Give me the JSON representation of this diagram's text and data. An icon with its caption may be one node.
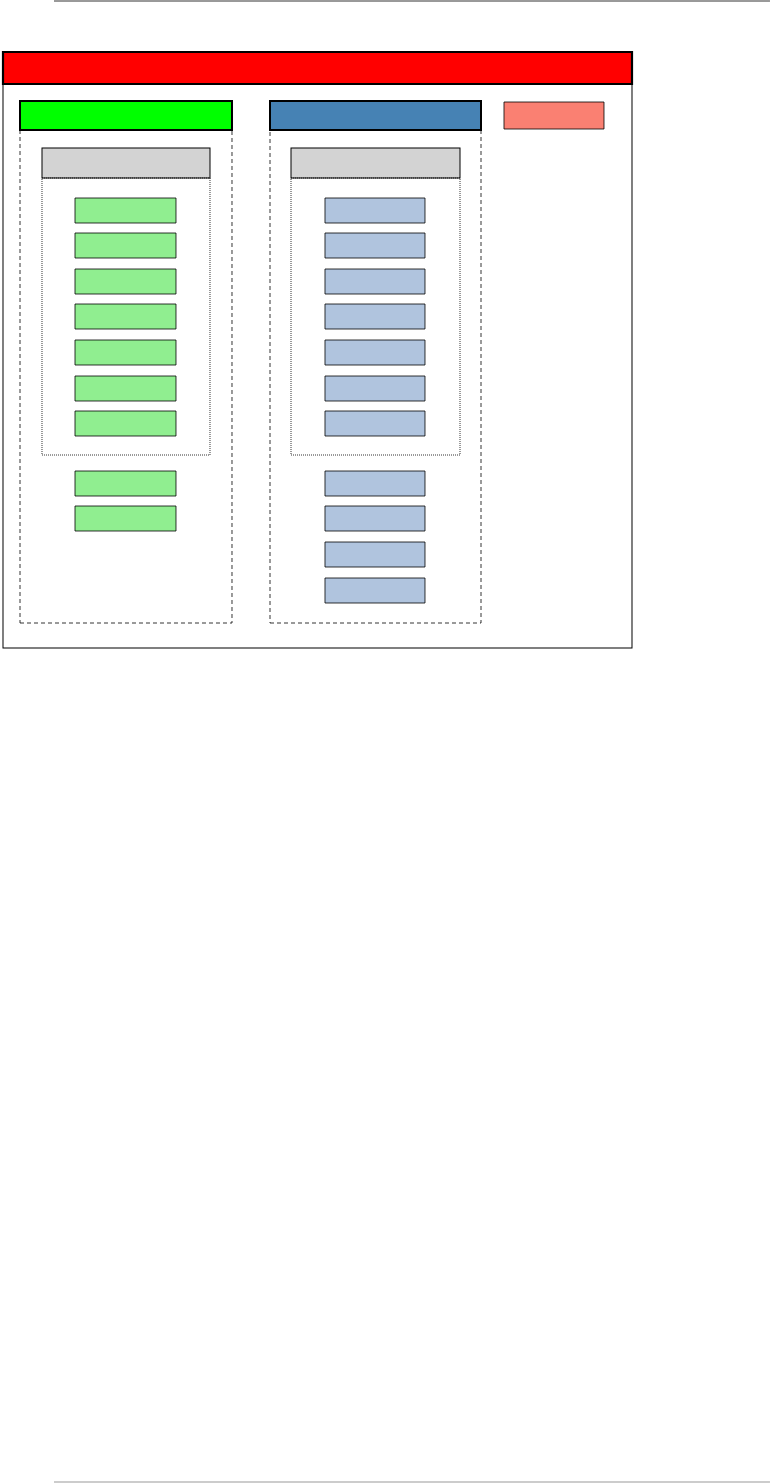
{
  "diagram": {
    "nodes": [
      {
        "text": [],
        "shape": "box"
      },
      {
        "text": [],
        "shape": "box",
        "in": 0
      },
      {
        "text": [],
        "shape": "box",
        "in": 0
      },
      {
        "text": [],
        "shape": "box",
        "in": 2
      },
      {
        "text": [],
        "shape": "box",
        "in": 2
      },
      {
        "text": [],
        "shape": "box",
        "in": 4
      },
      {
        "text": [],
        "shape": "box",
        "in": 4
      },
      {
        "text": [],
        "shape": "box",
        "in": 4
      },
      {
        "text": [],
        "shape": "box",
        "in": 4
      },
      {
        "text": [],
        "shape": "box",
        "in": 4
      },
      {
        "text": [],
        "shape": "box",
        "in": 4
      },
      {
        "text": [],
        "shape": "box",
        "in": 4
      },
      {
        "text": [],
        "shape": "box",
        "in": 2
      },
      {
        "text": [],
        "shape": "box",
        "in": 2
      },
      {
        "text": [],
        "shape": "box",
        "in": 0
      },
      {
        "text": [],
        "shape": "box",
        "in": 0
      },
      {
        "text": [],
        "shape": "box",
        "in": 15
      },
      {
        "text": [],
        "shape": "box",
        "in": 15
      },
      {
        "text": [],
        "shape": "box",
        "in": 17
      },
      {
        "text": [],
        "shape": "box",
        "in": 17
      },
      {
        "text": [],
        "shape": "box",
        "in": 17
      },
      {
        "text": [],
        "shape": "box",
        "in": 17
      },
      {
        "text": [],
        "shape": "box",
        "in": 17
      },
      {
        "text": [],
        "shape": "box",
        "in": 17
      },
      {
        "text": [],
        "shape": "box",
        "in": 17
      },
      {
        "text": [],
        "shape": "box",
        "in": 15
      },
      {
        "text": [],
        "shape": "box",
        "in": 15
      },
      {
        "text": [],
        "shape": "box",
        "in": 15
      },
      {
        "text": [],
        "shape": "box",
        "in": 15
      },
      {
        "text": [],
        "shape": "box",
        "in": 0
      }
    ]
  }
}
